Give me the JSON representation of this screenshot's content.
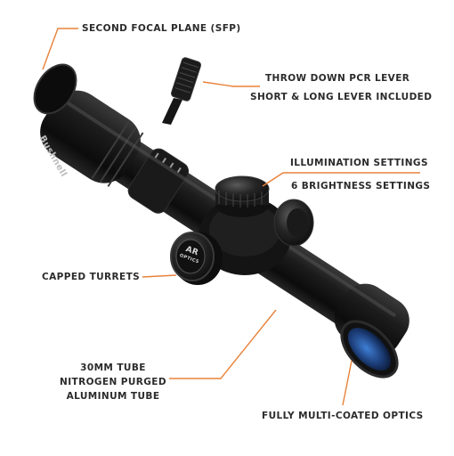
{
  "callouts": {
    "sfp": "SECOND FOCAL PLANE (SFP)",
    "pcr_lever": "THROW DOWN PCR LEVER",
    "lever_included": "SHORT & LONG LEVER INCLUDED",
    "illumination": "ILLUMINATION SETTINGS",
    "brightness": "6 BRIGHTNESS SETTINGS",
    "capped_turrets": "CAPPED TURRETS",
    "tube_30mm": "30MM TUBE",
    "nitrogen": "NITROGEN PURGED",
    "aluminum": "ALUMINUM TUBE",
    "optics": "FULLY MULTI-COATED OPTICS"
  },
  "scope": {
    "brand": "Bushnell",
    "badge_line1": "AR",
    "badge_line2": "OPTICS"
  },
  "colors": {
    "leader": "#e8823a",
    "text": "#2b2b2b",
    "scope_body": "#151515",
    "lens": "#2a5fb0"
  }
}
